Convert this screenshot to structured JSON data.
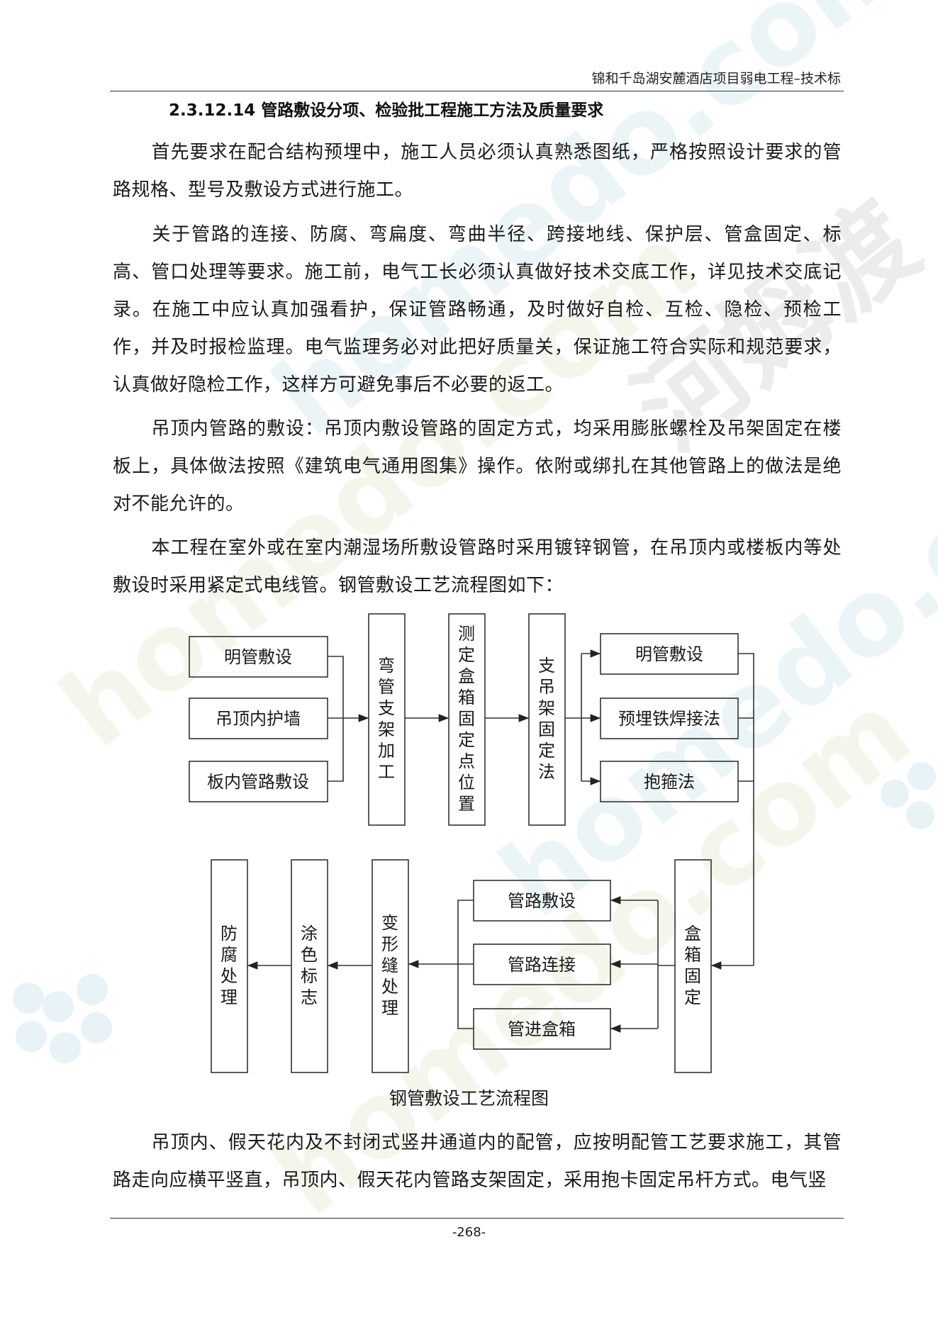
{
  "header": {
    "title": "锦和千岛湖安麓酒店项目弱电工程–技术标"
  },
  "section_heading": "2.3.12.14  管路敷设分项、检验批工程施工方法及质量要求",
  "paragraphs": [
    "首先要求在配合结构预埋中，施工人员必须认真熟悉图纸，严格按照设计要求的管路规格、型号及敷设方式进行施工。",
    "关于管路的连接、防腐、弯扁度、弯曲半径、跨接地线、保护层、管盒固定、标高、管口处理等要求。施工前，电气工长必须认真做好技术交底工作，详见技术交底记录。在施工中应认真加强看护，保证管路畅通，及时做好自检、互检、隐检、预检工作，并及时报检监理。电气监理务必对此把好质量关，保证施工符合实际和规范要求，认真做好隐检工作，这样方可避免事后不必要的返工。",
    "吊顶内管路的敷设：吊顶内敷设管路的固定方式，均采用膨胀螺栓及吊架固定在楼板上，具体做法按照《建筑电气通用图集》操作。依附或绑扎在其他管路上的做法是绝对不能允许的。",
    "本工程在室外或在室内潮湿场所敷设管路时采用镀锌钢管，在吊顶内或楼板内等处敷设时采用紧定式电线管。钢管敷设工艺流程图如下：",
    "吊顶内、假天花内及不封闭式竖井通道内的配管，应按明配管工艺要求施工，其管路走向应横平竖直，吊顶内、假天花内管路支架固定，采用抱卡固定吊杆方式。电气竖"
  ],
  "flowchart": {
    "left_inputs": [
      "明管敷设",
      "吊顶内护墙",
      "板内管路敷设"
    ],
    "step_bend": "弯管支架加工",
    "step_locate": "测定盒箱固定点位置",
    "step_support": "支吊架固定法",
    "right_methods": [
      "明管敷设",
      "预埋铁焊接法",
      "抱箍法"
    ],
    "step_box_fix": "盒箱固定",
    "pipe_steps": [
      "管路敷设",
      "管路连接",
      "管进盒箱"
    ],
    "step_joint": "变形缝处理",
    "step_marking": "涂色标志",
    "step_anticorrosion": "防腐处理"
  },
  "figure_caption": "钢管敷设工艺流程图",
  "page_number": "-268-",
  "watermark": {
    "text": "homedo.com",
    "brand": "河姆渡"
  }
}
